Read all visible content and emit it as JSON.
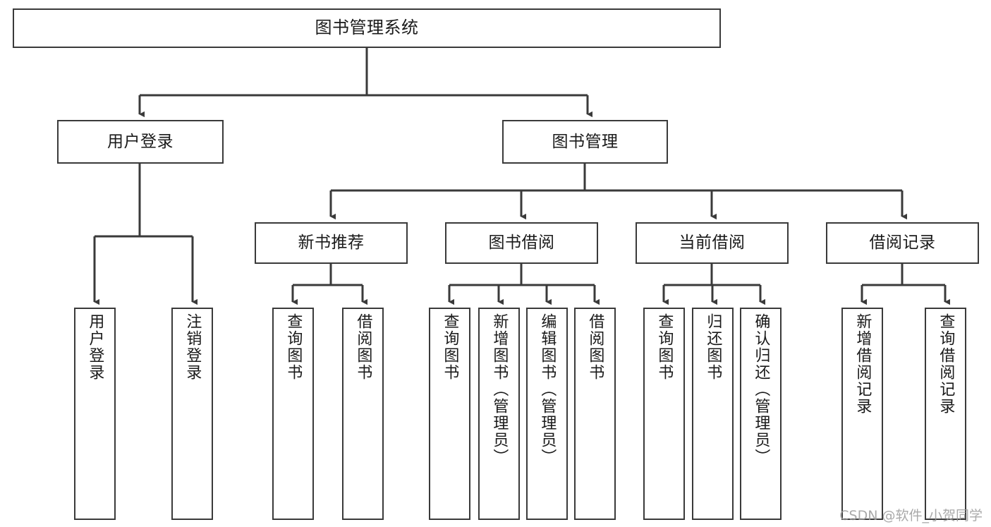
{
  "diagram": {
    "type": "tree",
    "title": "图书管理系统",
    "watermark": "CSDN @软件_小贺同学",
    "colors": {
      "stroke": "#3a3a3a",
      "background": "#ffffff",
      "text": "#1a1a1a",
      "watermark": "#9b9b9b"
    },
    "nodes": {
      "root": {
        "label": "图书管理系统"
      },
      "level2": [
        {
          "label": "用户登录"
        },
        {
          "label": "图书管理"
        }
      ],
      "level3": [
        {
          "label": "新书推荐"
        },
        {
          "label": "图书借阅"
        },
        {
          "label": "当前借阅"
        },
        {
          "label": "借阅记录"
        }
      ],
      "leaves": {
        "user_login": [
          {
            "label": "用户登录"
          },
          {
            "label": "注销登录"
          }
        ],
        "new_book": [
          {
            "label": "查询图书"
          },
          {
            "label": "借阅图书"
          }
        ],
        "book_borrow": [
          {
            "label": "查询图书"
          },
          {
            "label": "新增图书（管理员）"
          },
          {
            "label": "编辑图书（管理员）"
          },
          {
            "label": "借阅图书"
          }
        ],
        "current_borrow": [
          {
            "label": "查询图书"
          },
          {
            "label": "归还图书"
          },
          {
            "label": "确认归还（管理员）"
          }
        ],
        "borrow_record": [
          {
            "label": "新增借阅记录"
          },
          {
            "label": "查询借阅记录"
          }
        ]
      }
    }
  }
}
